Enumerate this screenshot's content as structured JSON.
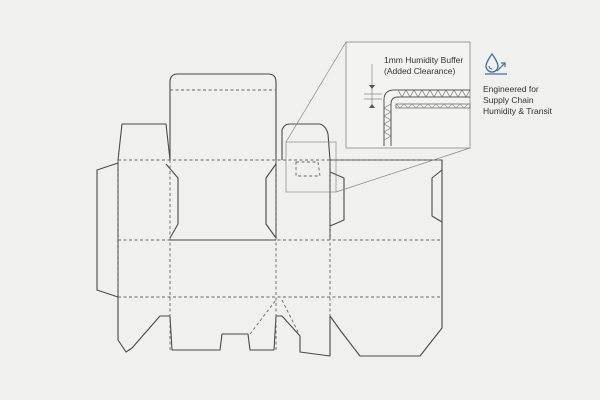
{
  "callout": {
    "line1": "1mm Humidity Buffer",
    "line2": "(Added Clearance)"
  },
  "badge": {
    "icon": "water-drop-icon",
    "line1": "Engineered for",
    "line2": "Supply Chain",
    "line3": "Humidity & Transit",
    "accent_color": "#3d6fa0"
  }
}
